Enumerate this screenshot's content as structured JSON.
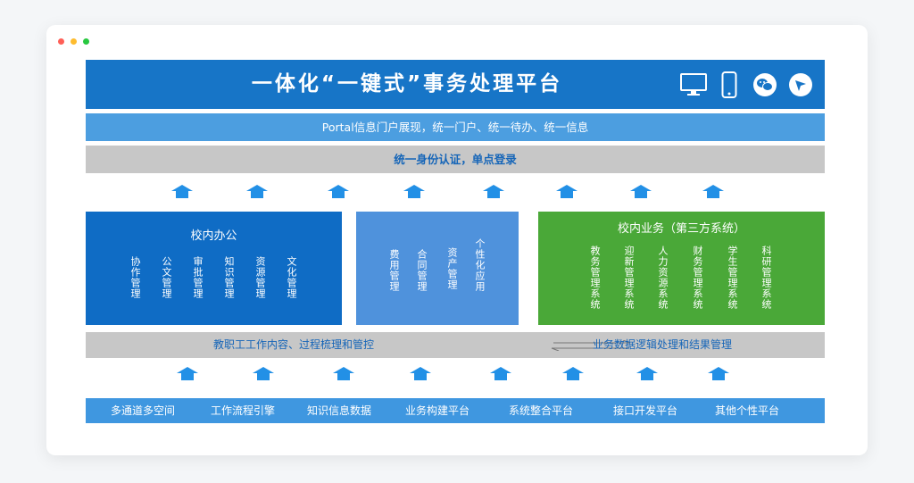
{
  "title": "一体化“一键式”事务处理平台",
  "icons": [
    "monitor-icon",
    "phone-icon",
    "wechat-icon",
    "compass-icon"
  ],
  "portal_text": "Portal信息门户展现，统一门户、统一待办、统一信息",
  "auth_text": "统一身份认证，单点登录",
  "office": {
    "title": "校内办公",
    "items": [
      "协作管理",
      "公文管理",
      "审批管理",
      "知识管理",
      "资源管理",
      "文化管理"
    ]
  },
  "middle": {
    "items": [
      "费用管理",
      "合同管理",
      "资产管理",
      "个性化应用"
    ]
  },
  "business": {
    "title": "校内业务（第三方系统）",
    "items": [
      "教务管理系统",
      "迎新管理系统",
      "人力资源系统",
      "财务管理系统",
      "学生管理系统",
      "科研管理系统"
    ]
  },
  "flow": {
    "left": "教职工工作内容、过程梳理和管控",
    "right": "业务数据逻辑处理和结果管理"
  },
  "platforms": [
    "多通道多空间",
    "工作流程引擎",
    "知识信息数据",
    "业务构建平台",
    "系统整合平台",
    "接口开发平台",
    "其他个性平台"
  ],
  "colors": {
    "title_bar": "#1775c7",
    "portal": "#4c9ee0",
    "gray": "#c7c7c7",
    "office": "#0f6cc5",
    "middle": "#4f92dc",
    "business": "#4aa838",
    "arrow": "#2290e6"
  }
}
